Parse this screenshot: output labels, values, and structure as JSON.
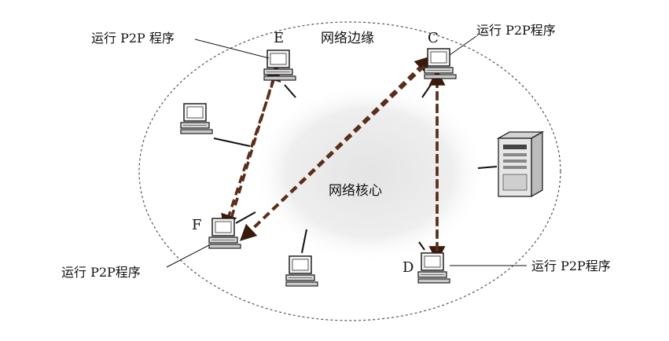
{
  "labels": {
    "edge": "网络边缘",
    "core": "网络核心",
    "p2p_e": "运行 P2P 程序",
    "p2p_c": "运行 P2P程序",
    "p2p_f": "运行 P2P程序",
    "p2p_d": "运行 P2P程序"
  },
  "nodes": {
    "e": "E",
    "c": "C",
    "f": "F",
    "d": "D"
  },
  "colors": {
    "p2p_link": "#5a2e1a",
    "boundary": "#555555",
    "line": "#111111",
    "cloud": "#e6e6e6"
  }
}
